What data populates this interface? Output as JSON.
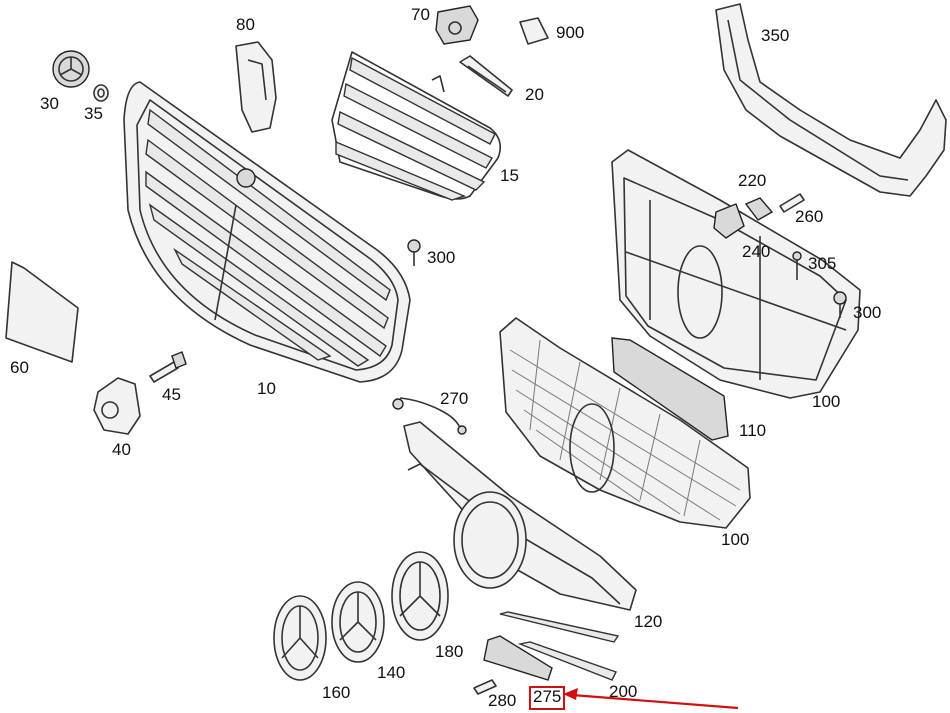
{
  "labels": {
    "p10": "10",
    "p15": "15",
    "p20": "20",
    "p30": "30",
    "p35": "35",
    "p40": "40",
    "p45": "45",
    "p60": "60",
    "p70": "70",
    "p80": "80",
    "p100a": "100",
    "p100b": "100",
    "p110": "110",
    "p120": "120",
    "p140": "140",
    "p160": "160",
    "p180": "180",
    "p200": "200",
    "p220": "220",
    "p240": "240",
    "p260": "260",
    "p270": "270",
    "p275": "275",
    "p280": "280",
    "p300a": "300",
    "p300b": "300",
    "p305": "305",
    "p350": "350",
    "p900": "900"
  },
  "highlight": {
    "part": "275",
    "color": "#d01010"
  }
}
